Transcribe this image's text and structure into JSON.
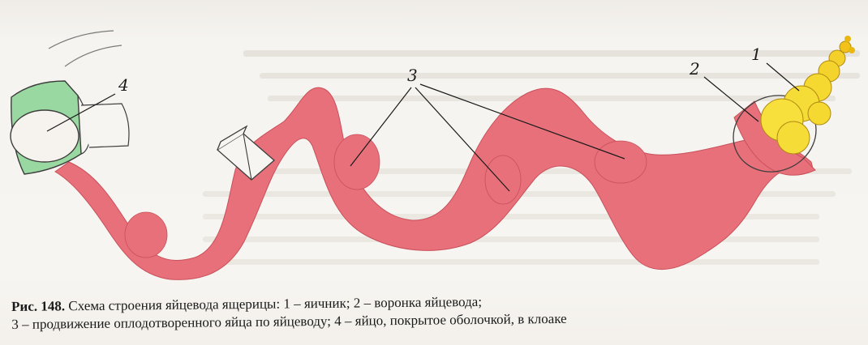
{
  "labels": {
    "n1": "1",
    "n2": "2",
    "n3": "3",
    "n4": "4"
  },
  "caption": {
    "fig": "Рис. 148.",
    "line1_rest": " Схема строения яйцевода ящерицы: 1 – яичник; 2 – воронка яйцевода;",
    "line2": "3 – продвижение оплодотворенного яйца по яйцеводу; 4 – яйцо, покрытое оболочкой, в клоаке"
  },
  "colors": {
    "oviduct": "#e8707a",
    "oviduct_edge": "#c9505a",
    "ovary": "#f2d22a",
    "egg_shell": "#8fd39a"
  }
}
